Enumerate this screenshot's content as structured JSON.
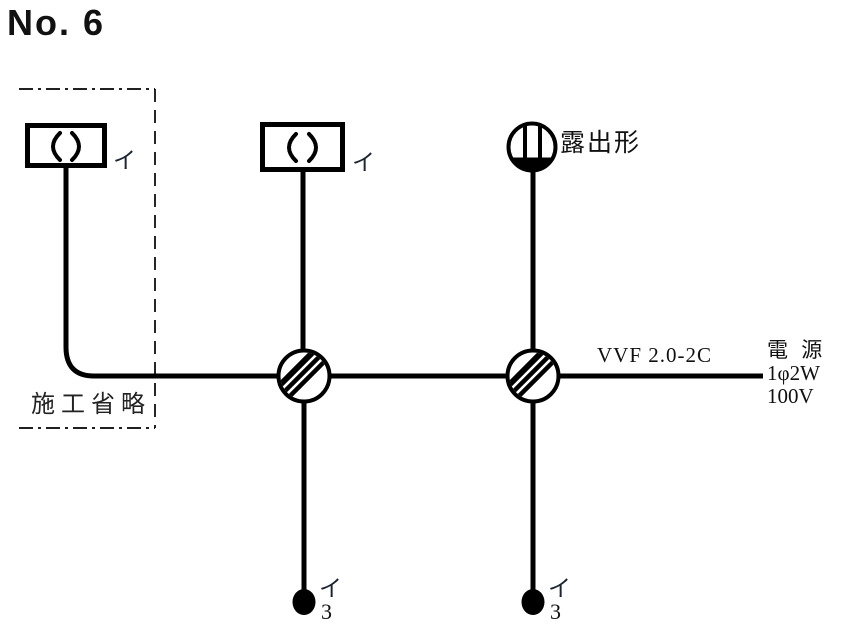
{
  "title": "No. 6",
  "omission_area": {
    "label": "施工省略"
  },
  "fixtures": {
    "ceiling_light_1": {
      "type_label": "イ"
    },
    "ceiling_light_2": {
      "type_label": "イ"
    },
    "rosette": {
      "note": "露出形"
    }
  },
  "switches": {
    "switch_1": {
      "circuit": "イ",
      "way": "3"
    },
    "switch_2": {
      "circuit": "イ",
      "way": "3"
    }
  },
  "wiring": {
    "cable_label": "VVF 2.0-2C"
  },
  "power_source": {
    "name": "電 源",
    "phase": "1φ2W",
    "voltage": "100V"
  },
  "colors": {
    "line": "#000000",
    "background": "#ffffff"
  }
}
